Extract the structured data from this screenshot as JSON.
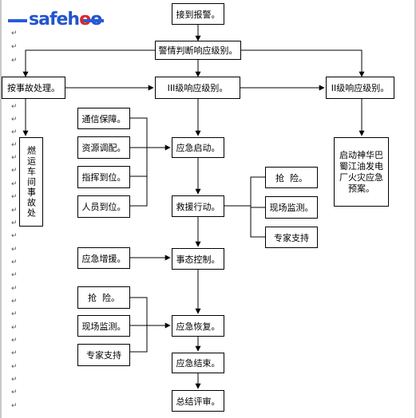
{
  "watermark": {
    "brand_prefix": "safeh",
    "brand_highlight": "o",
    "brand_suffix": "o"
  },
  "paragraph_mark": "↵",
  "nodes": {
    "receive_alarm": "接到报警。",
    "judge_level": "警情判断响应级别。",
    "incident_handling": "按事故处理。",
    "level3": "III级响应级别。",
    "level2": "II级响应级别。",
    "fuel_transport": "燃运车间事故处",
    "comm_support": "通信保障。",
    "resource_dispatch": "资源调配。",
    "command_arrival": "指挥到位。",
    "staff_arrival": "人员到位。",
    "emergency_start": "应急启动。",
    "start_plan": "启动神华巴蜀江油发电厂火灾应急预案。",
    "rescue_action": "救援行动。",
    "rescue_1": "抢  险。",
    "site_monitor_1": "现场监测。",
    "expert_support_1": "专家支持",
    "reinforce": "应急增援。",
    "situation_control": "事态控制。",
    "rescue_2": "抢  险。",
    "site_monitor_2": "现场监测。",
    "expert_support_2": "专家支持",
    "emergency_recovery": "应急恢复。",
    "emergency_end": "应急结束。",
    "summary_review": "总结评审。"
  }
}
